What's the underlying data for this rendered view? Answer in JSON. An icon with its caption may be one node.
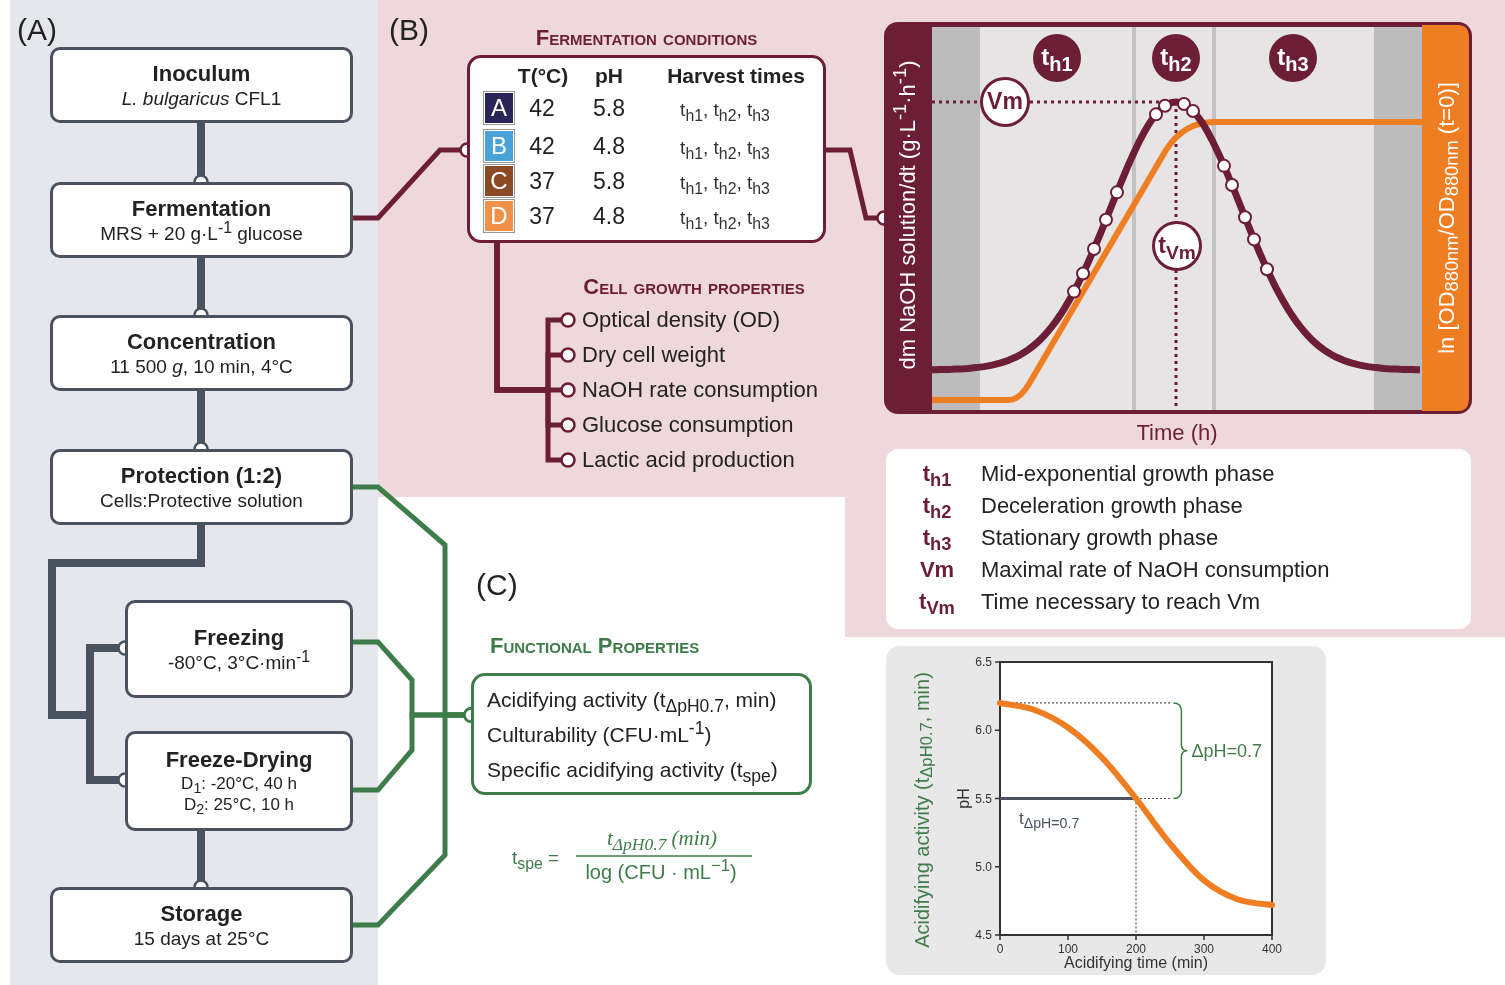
{
  "diagram": {
    "nodes": [
      {
        "text": [
          "Inoculum",
          "*L. bulgaricus* CFL1"
        ]
      },
      {
        "text": [
          "Fermentation",
          "MRS + 20 g·L$^{-1}$ glucose"
        ]
      },
      {
        "text": [
          "Concentration",
          "11 500 *g*, 10 min, 4°C"
        ]
      },
      {
        "text": [
          "Protection (1:2)",
          "Cells:Protective solution"
        ]
      },
      {
        "text": [
          "Freezing",
          "-80°C, 3°C·min$^{-1}$"
        ]
      },
      {
        "text": [
          "Freeze-Drying",
          "D$_{1}$: -20°C, 40 h",
          "D$_{2}$:  25°C, 10 h"
        ]
      },
      {
        "text": [
          "Storage",
          "15 days at 25°C"
        ]
      },
      {
        "text": [
          "Fermentation conditions"
        ]
      },
      {
        "text": [
          "Optical density (OD)"
        ]
      },
      {
        "text": [
          "Dry cell weight"
        ]
      },
      {
        "text": [
          "NaOH rate consumption"
        ]
      },
      {
        "text": [
          "Glucose consumption"
        ]
      },
      {
        "text": [
          "Lactic acid production"
        ]
      },
      {
        "text": [],
        "shape": "picture"
      },
      {
        "text": [
          "t$_{h1}$",
          "Mid-exponential growth phase",
          "t$_{h2}$",
          "Deceleration growth phase",
          "t$_{h3}$",
          "Stationary growth phase",
          "Vm",
          "Maximal rate of NaOH consumption",
          "t$_{Vm}$",
          "Time necessary to reach Vm"
        ]
      },
      {
        "text": [
          "Functional Properties",
          "Acidifying activity (t$_{ΔpH0.7}$, min)",
          "Culturability (CFU·mL$^{-1}$)",
          "Specific acidifying activity (t$_{spe}$)"
        ]
      }
    ],
    "edges": [
      {
        "from": 0,
        "to": 1,
        "arrow": "other",
        "color": "#4a5260"
      },
      {
        "from": 1,
        "to": 2,
        "arrow": "other",
        "color": "#4a5260"
      },
      {
        "from": 2,
        "to": 3,
        "arrow": "other",
        "color": "#4a5260"
      },
      {
        "from": 3,
        "to": 4,
        "arrow": "other",
        "color": "#4a5260"
      },
      {
        "from": 3,
        "to": 5,
        "arrow": "other",
        "color": "#4a5260"
      },
      {
        "from": 5,
        "to": 6,
        "arrow": "other",
        "color": "#4a5260"
      },
      {
        "from": 1,
        "to": 7,
        "arrow": "other"
      },
      {
        "from": 7,
        "to": 13,
        "arrow": "other"
      },
      {
        "from": 7,
        "to": 8,
        "arrow": "other"
      },
      {
        "from": 7,
        "to": 9,
        "arrow": "other"
      },
      {
        "from": 7,
        "to": 10,
        "arrow": "other"
      },
      {
        "from": 7,
        "to": 11,
        "arrow": "other"
      },
      {
        "from": 7,
        "to": 12,
        "arrow": "other"
      },
      {
        "from": 3,
        "to": 15,
        "arrow": "other",
        "color": "#3e7d4a"
      },
      {
        "from": 4,
        "to": 15,
        "arrow": "other",
        "color": "#3e7d4a"
      },
      {
        "from": 5,
        "to": 15,
        "arrow": "other",
        "color": "#3e7d4a"
      },
      {
        "from": 6,
        "to": 15,
        "arrow": "other",
        "color": "#3e7d4a"
      }
    ],
    "labels": [
      "(A)",
      "(B)",
      "T(°C)",
      "pH",
      "Harvest times",
      "A",
      "42",
      "5.8",
      "t$_{h1}$, t$_{h2}$, t$_{h3}$",
      "B",
      "42",
      "4.8",
      "t$_{h1}$, t$_{h2}$, t$_{h3}$",
      "C",
      "37",
      "5.8",
      "t$_{h1}$, t$_{h2}$, t$_{h3}$",
      "D",
      "37",
      "4.8",
      "t$_{h1}$, t$_{h2}$, t$_{h3}$",
      "Cell growth properties",
      "dm NaOH solution/dt (g·L$^{-1}$·h$^{-1}$)",
      "t$_{h1}$",
      "t$_{h2}$",
      "t$_{h3}$",
      "Vm",
      "t$_{Vm}$",
      "ln [OD$_{880nm}$/OD$_{880nm}$ (t=0)]",
      "Time (h)",
      "(C)",
      "t$_{spe}$ =",
      "t$_{ΔpH0.7}$ (min)",
      "log (CFU · mL$^{−1}$)",
      "Acidifying activity (t$_{ΔpH0.7}$, min)"
    ],
    "chart_data": {
      "type": "line",
      "xlabel": "Acidifying time (min)",
      "ylabel": "pH",
      "x": [
        0,
        50,
        100,
        150,
        200,
        250,
        300,
        350,
        400
      ],
      "series": [
        {
          "color": "#ef7d22",
          "values": [
            6.2,
            6.15,
            6.02,
            5.8,
            5.5,
            5.17,
            4.9,
            4.76,
            4.72
          ]
        }
      ],
      "xlim": [
        0,
        400
      ],
      "ylim": [
        4.5,
        6.5
      ],
      "xticks": [
        0,
        100,
        200,
        300,
        400
      ],
      "yticks": [
        4.5,
        {
          "value": 5,
          "label": "5.0"
        },
        5.5,
        {
          "value": 6,
          "label": "6.0"
        },
        6.5
      ],
      "ref_lines": [
        {
          "axis": "y",
          "value": 6.2
        },
        {
          "axis": "y",
          "value": 5.5
        },
        {
          "axis": "x",
          "value": 200
        }
      ],
      "annotations": [
        "ΔpH=0.7",
        "t$_{ΔpH=0.7}$"
      ]
    }
  }
}
